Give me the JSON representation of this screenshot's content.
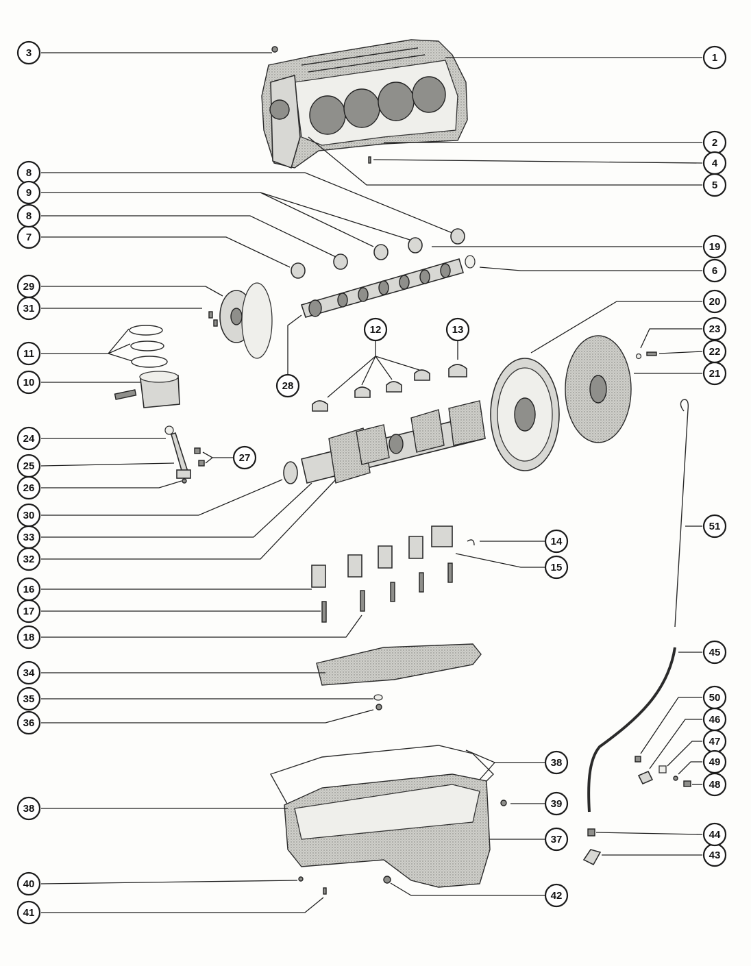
{
  "diagram": {
    "type": "exploded parts diagram",
    "callouts": [
      {
        "label": "1"
      },
      {
        "label": "2"
      },
      {
        "label": "3"
      },
      {
        "label": "4"
      },
      {
        "label": "5"
      },
      {
        "label": "6"
      },
      {
        "label": "7"
      },
      {
        "label": "8"
      },
      {
        "label": "8"
      },
      {
        "label": "9"
      },
      {
        "label": "10"
      },
      {
        "label": "11"
      },
      {
        "label": "12"
      },
      {
        "label": "13"
      },
      {
        "label": "14"
      },
      {
        "label": "15"
      },
      {
        "label": "16"
      },
      {
        "label": "17"
      },
      {
        "label": "18"
      },
      {
        "label": "19"
      },
      {
        "label": "20"
      },
      {
        "label": "21"
      },
      {
        "label": "22"
      },
      {
        "label": "23"
      },
      {
        "label": "24"
      },
      {
        "label": "25"
      },
      {
        "label": "26"
      },
      {
        "label": "27"
      },
      {
        "label": "28"
      },
      {
        "label": "29"
      },
      {
        "label": "30"
      },
      {
        "label": "31"
      },
      {
        "label": "32"
      },
      {
        "label": "33"
      },
      {
        "label": "34"
      },
      {
        "label": "35"
      },
      {
        "label": "36"
      },
      {
        "label": "37"
      },
      {
        "label": "38"
      },
      {
        "label": "38"
      },
      {
        "label": "39"
      },
      {
        "label": "40"
      },
      {
        "label": "41"
      },
      {
        "label": "42"
      },
      {
        "label": "43"
      },
      {
        "label": "44"
      },
      {
        "label": "45"
      },
      {
        "label": "46"
      },
      {
        "label": "47"
      },
      {
        "label": "48"
      },
      {
        "label": "49"
      },
      {
        "label": "50"
      },
      {
        "label": "51"
      }
    ]
  }
}
